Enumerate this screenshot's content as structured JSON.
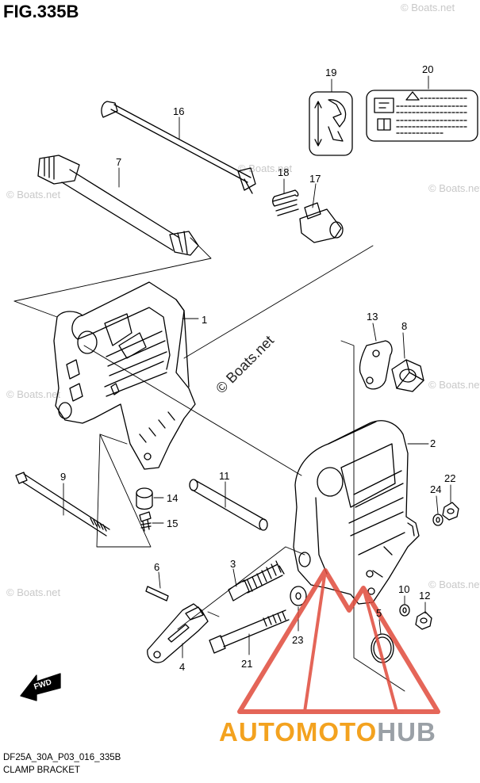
{
  "title": "FIG.335B",
  "footer": {
    "code": "DF25A_30A_P03_016_335B",
    "name": "CLAMP BRACKET"
  },
  "watermark": {
    "text": "© Boats.net",
    "center_text": "© Boats.net"
  },
  "brand": {
    "part1": "AUTOMOTO",
    "part2": "HUB",
    "color1": "#f3a21f",
    "color2": "#9aa0a6",
    "triangle_color": "#e04b3c"
  },
  "fwd_label": "FWD",
  "parts": [
    {
      "id": "1"
    },
    {
      "id": "2"
    },
    {
      "id": "3"
    },
    {
      "id": "4"
    },
    {
      "id": "5"
    },
    {
      "id": "6"
    },
    {
      "id": "7"
    },
    {
      "id": "8"
    },
    {
      "id": "9"
    },
    {
      "id": "10"
    },
    {
      "id": "11"
    },
    {
      "id": "12"
    },
    {
      "id": "13"
    },
    {
      "id": "14"
    },
    {
      "id": "15"
    },
    {
      "id": "16"
    },
    {
      "id": "17"
    },
    {
      "id": "18"
    },
    {
      "id": "19"
    },
    {
      "id": "20"
    },
    {
      "id": "21"
    },
    {
      "id": "22"
    },
    {
      "id": "23"
    },
    {
      "id": "24"
    }
  ]
}
